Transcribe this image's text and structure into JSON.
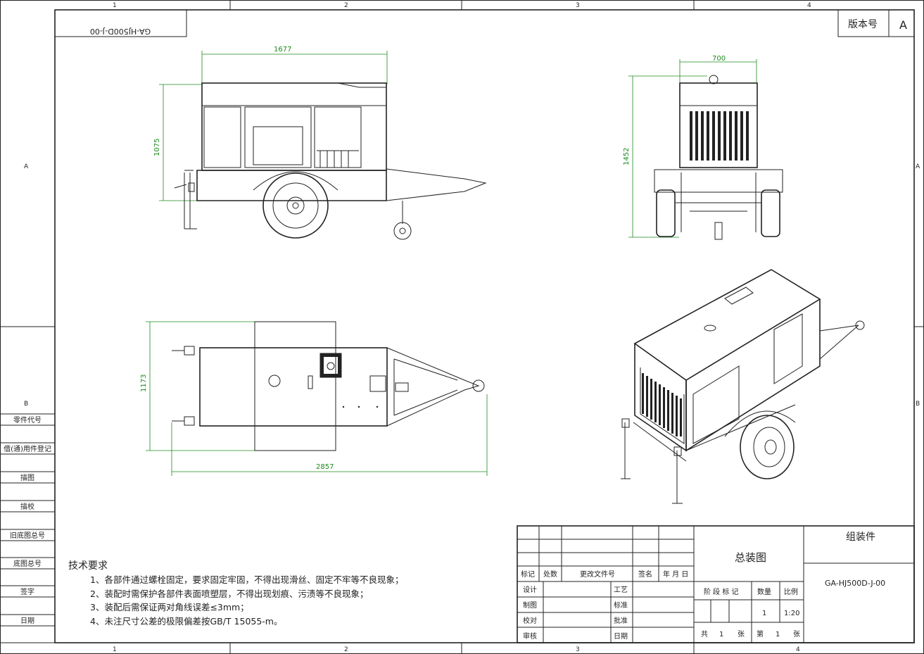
{
  "zone_cols": [
    "1",
    "2",
    "3",
    "4"
  ],
  "zone_rows": [
    "A",
    "B"
  ],
  "mirrored_code": "GA-HJ500D-J-00",
  "version": {
    "label": "版本号",
    "value": "A"
  },
  "dimensions": {
    "side_length": "1677",
    "side_height": "1075",
    "front_width": "700",
    "front_height": "1452",
    "top_width": "1173",
    "top_length": "2857"
  },
  "left_strip": [
    "零件代号",
    "借(通)用件登记",
    "描图",
    "描校",
    "旧底图总号",
    "底图总号",
    "签字",
    "日期"
  ],
  "tech": {
    "title": "技术要求",
    "items": [
      "1、各部件通过螺栓固定，要求固定牢固，不得出现滑丝、固定不牢等不良现象；",
      "2、装配时需保护各部件表面喷塑层，不得出现划痕、污渍等不良现象；",
      "3、装配后需保证两对角线误差≤3mm；",
      "4、未注尺寸公差的极限偏差按GB/T 15055-m。"
    ]
  },
  "title_block": {
    "rev_headers": [
      "标记",
      "处数",
      "更改文件号",
      "签名",
      "年 月 日"
    ],
    "left_labels": [
      "设计",
      "制图",
      "校对",
      "审核"
    ],
    "mid_labels": [
      "工艺",
      "标准",
      "批准",
      "日期"
    ],
    "drawing_name": "总装图",
    "stage_label": "阶 段 标 记",
    "qty_label": "数量",
    "scale_label": "比例",
    "qty_value": "1",
    "scale_value": "1:20",
    "sheet": {
      "total_a": "共",
      "total_n": "1",
      "total_b": "张",
      "page_a": "第",
      "page_n": "1",
      "page_b": "张"
    },
    "assembly": "组装件",
    "code": "GA-HJ500D-J-00"
  }
}
